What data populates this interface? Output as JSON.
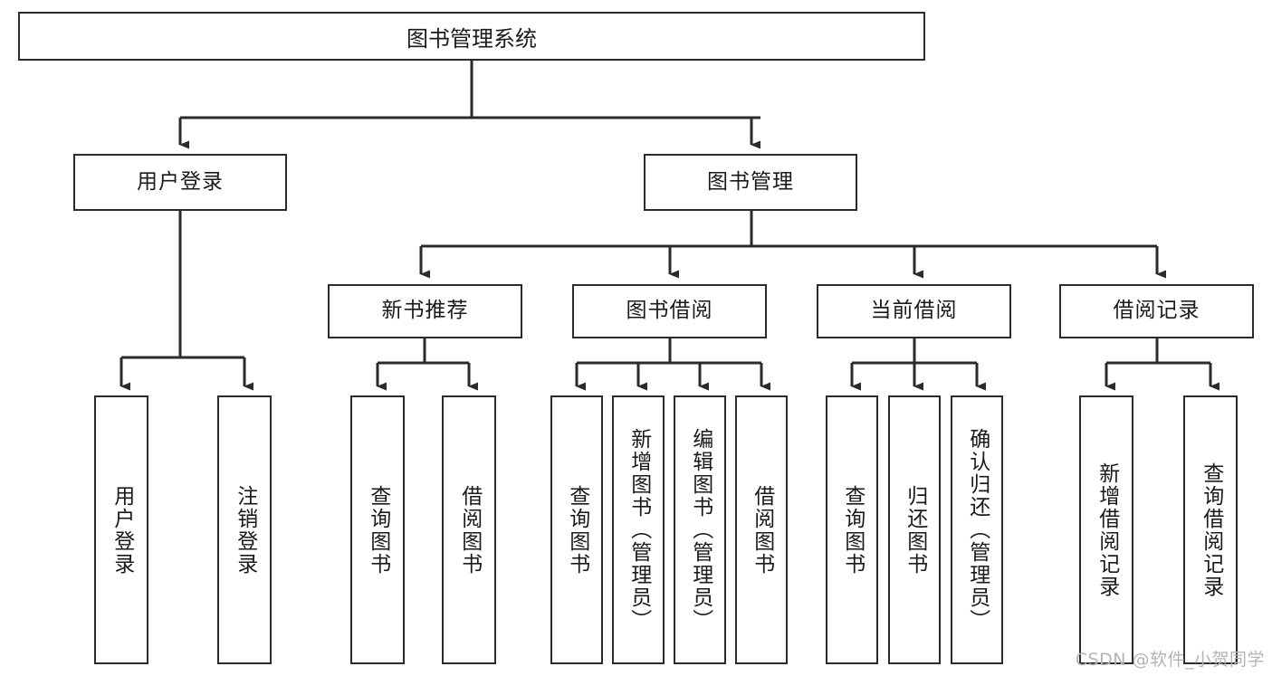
{
  "diagram": {
    "title": "图书管理系统",
    "type": "tree-hierarchy",
    "watermark": "CSDN @软件_小贺同学",
    "accent_color": "#2b2b2b",
    "background_color": "#ffffff",
    "root": {
      "label": "图书管理系统"
    },
    "level2": [
      {
        "label": "用户登录"
      },
      {
        "label": "图书管理"
      }
    ],
    "level3": [
      {
        "label": "新书推荐"
      },
      {
        "label": "图书借阅"
      },
      {
        "label": "当前借阅"
      },
      {
        "label": "借阅记录"
      }
    ],
    "leaves": {
      "user_login": [
        {
          "label": "用户登录"
        },
        {
          "label": "注销登录"
        }
      ],
      "new_book": [
        {
          "label": "查询图书"
        },
        {
          "label": "借阅图书"
        }
      ],
      "book_borrow": [
        {
          "label": "查询图书"
        },
        {
          "label": "新增图书（管理员）"
        },
        {
          "label": "编辑图书（管理员）"
        },
        {
          "label": "借阅图书"
        }
      ],
      "current_borrow": [
        {
          "label": "查询图书"
        },
        {
          "label": "归还图书"
        },
        {
          "label": "确认归还（管理员）"
        }
      ],
      "borrow_record": [
        {
          "label": "新增借阅记录"
        },
        {
          "label": "查询借阅记录"
        }
      ]
    }
  }
}
